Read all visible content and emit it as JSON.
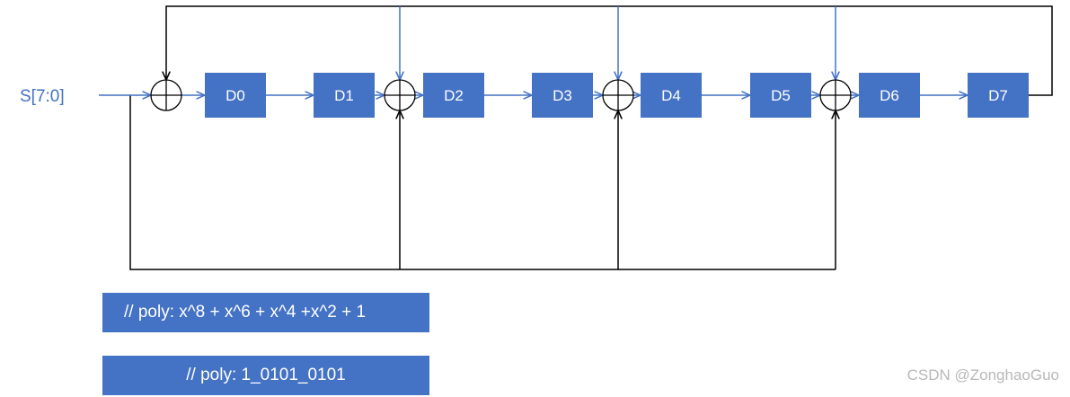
{
  "input_label": "S[7:0]",
  "registers": [
    "D0",
    "D1",
    "D2",
    "D3",
    "D4",
    "D5",
    "D6",
    "D7"
  ],
  "notes": {
    "poly_expression": "//  poly: x^8 + x^6 + x^4 +x^2 + 1",
    "poly_bits": "//  poly: 1_0101_0101"
  },
  "watermark": "CSDN @ZonghaoGuo",
  "colors": {
    "register_fill": "#4472c4",
    "wire_blue": "#4472c4",
    "wire_black": "#000000",
    "register_text": "#ffffff"
  }
}
